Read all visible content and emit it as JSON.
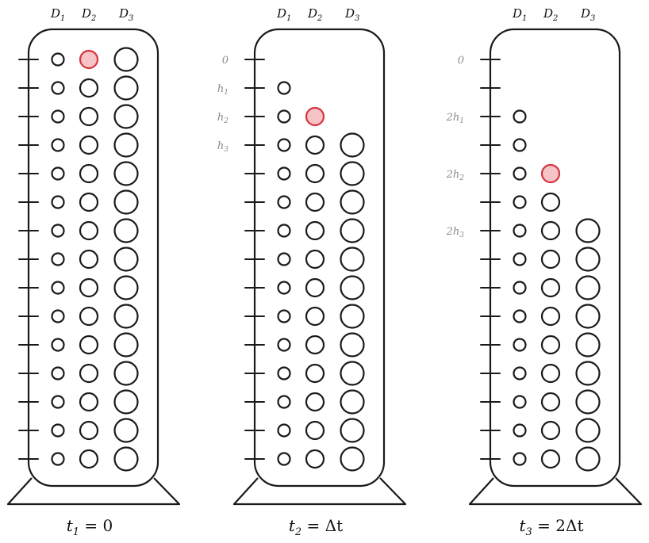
{
  "columns": [
    "D1",
    "D2",
    "D3"
  ],
  "panels": [
    {
      "caption": "t1 = 0",
      "caption_main": "t",
      "caption_sub": "1",
      "caption_rest": " = 0",
      "first_row": {
        "D1": 0,
        "D2": 0,
        "D3": 0
      },
      "highlight": {
        "column": "D2",
        "row": 0
      },
      "axis_labels": []
    },
    {
      "caption": "t2 = Δt",
      "caption_main": "t",
      "caption_sub": "2",
      "caption_rest": " = Δt",
      "first_row": {
        "D1": 1,
        "D2": 2,
        "D3": 3
      },
      "highlight": {
        "column": "D2",
        "row": 2
      },
      "axis_labels": [
        {
          "row": 0,
          "main": "0",
          "sub": ""
        },
        {
          "row": 1,
          "main": "h",
          "sub": "1"
        },
        {
          "row": 2,
          "main": "h",
          "sub": "2"
        },
        {
          "row": 3,
          "main": "h",
          "sub": "3"
        }
      ]
    },
    {
      "caption": "t3 = 2Δt",
      "caption_main": "t",
      "caption_sub": "3",
      "caption_rest": " = 2Δt",
      "first_row": {
        "D1": 2,
        "D2": 4,
        "D3": 6
      },
      "highlight": {
        "column": "D2",
        "row": 4
      },
      "axis_labels": [
        {
          "row": 0,
          "main": "0",
          "sub": ""
        },
        {
          "row": 2,
          "main": "2h",
          "sub": "1"
        },
        {
          "row": 4,
          "main": "2h",
          "sub": "2"
        },
        {
          "row": 6,
          "main": "2h",
          "sub": "3"
        }
      ]
    }
  ],
  "row_count": 15,
  "colors": {
    "highlight_fill": "#f6c3c7",
    "highlight_stroke": "#d6343f",
    "ink": "#1a1a1a",
    "axis_label": "#8a8a8a"
  }
}
